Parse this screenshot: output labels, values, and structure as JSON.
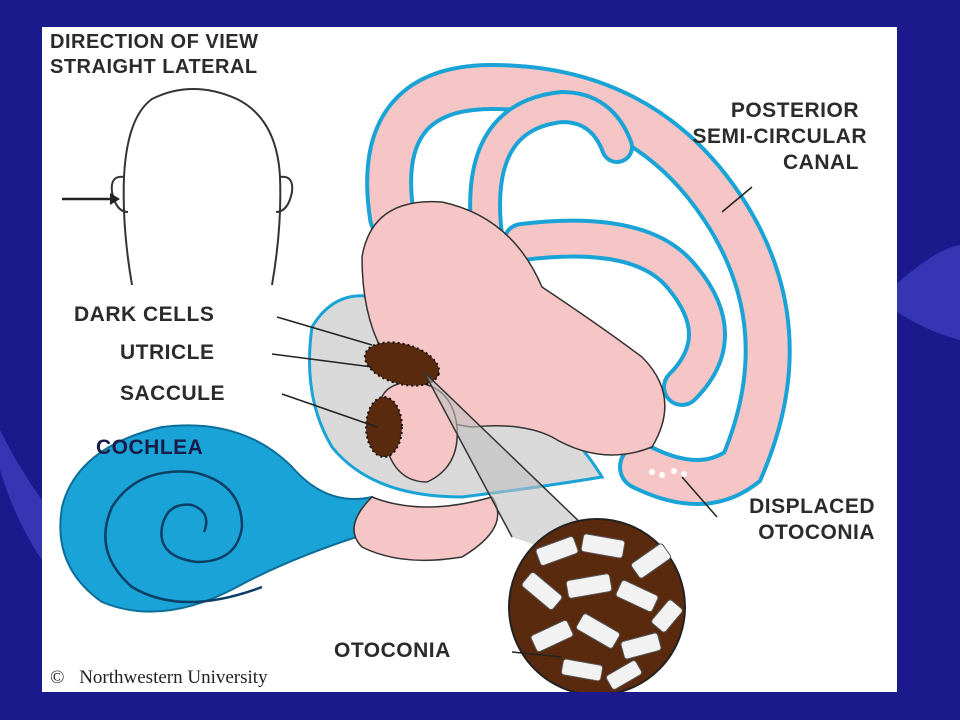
{
  "header": {
    "line1": "DIRECTION OF VIEW",
    "line2": "STRAIGHT LATERAL"
  },
  "labels": {
    "posterior": [
      "POSTERIOR",
      "SEMI-CIRCULAR",
      "CANAL"
    ],
    "dark_cells": "DARK CELLS",
    "utricle": "UTRICLE",
    "saccule": "SACCULE",
    "cochlea": "COCHLEA",
    "displaced": [
      "DISPLACED",
      "OTOCONIA"
    ],
    "otoconia": "OTOCONIA"
  },
  "credit": {
    "symbol": "©",
    "text": "Northwestern University"
  },
  "colors": {
    "slide_bg": "#1a1a8c",
    "membrane_pink": "#f6c6c6",
    "canal_blue": "#1aa3d6",
    "dark_brown": "#5a2a0e",
    "crystal": "#f2f2f2"
  }
}
